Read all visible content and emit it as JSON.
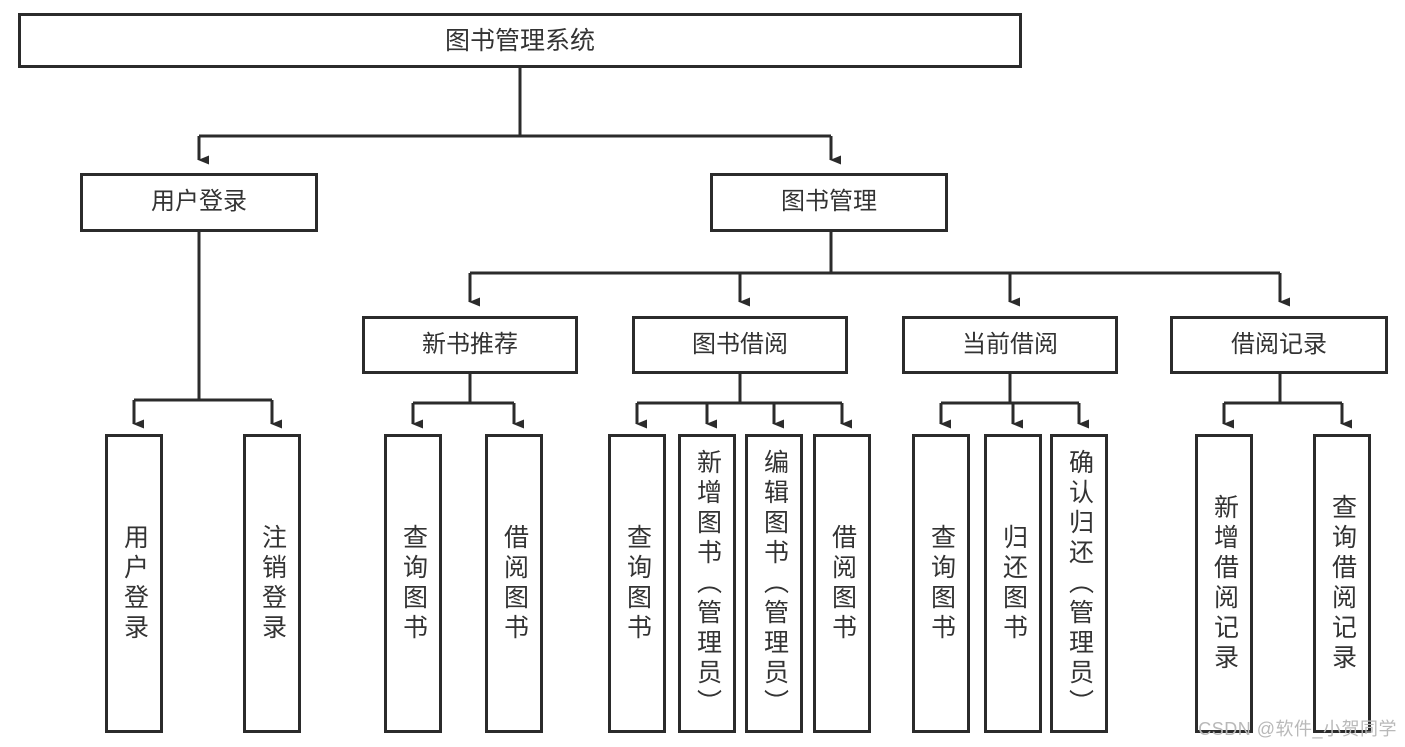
{
  "diagram": {
    "title": "图书管理系统",
    "type": "tree-hierarchy-chart",
    "root": {
      "id": "root",
      "label": "图书管理系统"
    },
    "level2": [
      {
        "id": "user-login",
        "label": "用户登录"
      },
      {
        "id": "book-manage",
        "label": "图书管理"
      }
    ],
    "level3": [
      {
        "id": "new-book-rec",
        "label": "新书推荐",
        "parent": "book-manage"
      },
      {
        "id": "book-borrow",
        "label": "图书借阅",
        "parent": "book-manage"
      },
      {
        "id": "current-borrow",
        "label": "当前借阅",
        "parent": "book-manage"
      },
      {
        "id": "borrow-record",
        "label": "借阅记录",
        "parent": "book-manage"
      }
    ],
    "leaves": {
      "user-login": [
        {
          "id": "leaf-user-login",
          "label": "用户登录"
        },
        {
          "id": "leaf-user-logout",
          "label": "注销登录"
        }
      ],
      "new-book-rec": [
        {
          "id": "leaf-query-book-1",
          "label": "查询图书"
        },
        {
          "id": "leaf-borrow-book-1",
          "label": "借阅图书"
        }
      ],
      "book-borrow": [
        {
          "id": "leaf-query-book-2",
          "label": "查询图书"
        },
        {
          "id": "leaf-add-book",
          "label": "新增图书（管理员）"
        },
        {
          "id": "leaf-edit-book",
          "label": "编辑图书（管理员）"
        },
        {
          "id": "leaf-borrow-book-2",
          "label": "借阅图书"
        }
      ],
      "current-borrow": [
        {
          "id": "leaf-query-book-3",
          "label": "查询图书"
        },
        {
          "id": "leaf-return-book",
          "label": "归还图书"
        },
        {
          "id": "leaf-confirm-return",
          "label": "确认归还（管理员）"
        }
      ],
      "borrow-record": [
        {
          "id": "leaf-add-record",
          "label": "新增借阅记录"
        },
        {
          "id": "leaf-query-record",
          "label": "查询借阅记录"
        }
      ]
    },
    "colors": {
      "stroke": "#2b2b2b",
      "fill": "#ffffff",
      "text": "#333333",
      "watermark": "#b9b9b9"
    }
  },
  "watermark": {
    "text": "CSDN @软件_小贺同学"
  }
}
